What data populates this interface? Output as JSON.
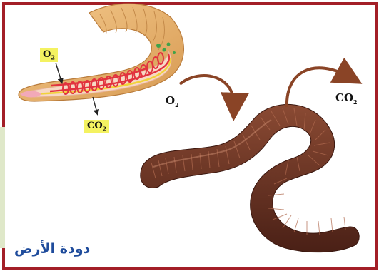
{
  "caption": "دودة الأرض",
  "labels": {
    "inset_in_main": "O",
    "inset_in_sub": "2",
    "inset_out_main": "CO",
    "inset_out_sub": "2",
    "right_in_main": "O",
    "right_in_sub": "2",
    "right_out_main": "CO",
    "right_out_sub": "2"
  },
  "colors": {
    "frame": "#a31f27",
    "caption": "#1f4c9c",
    "label_box": "#f4f261",
    "worm_body": "#6b3323",
    "vessels": "#e2323e",
    "arrow": "#8a4426"
  }
}
